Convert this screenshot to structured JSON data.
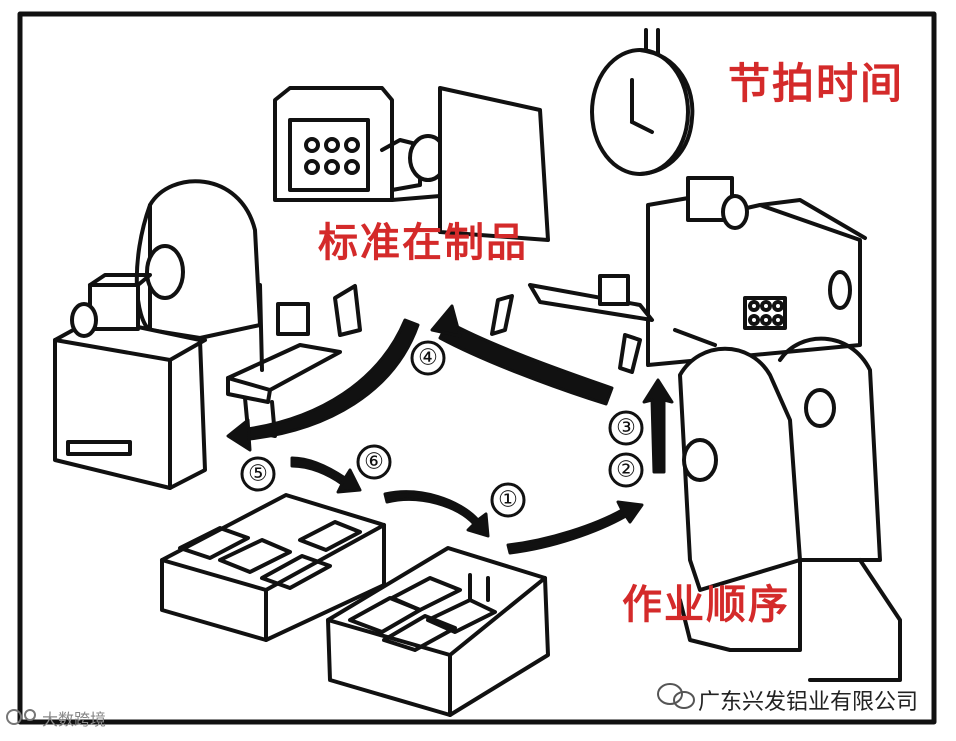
{
  "labels": {
    "takt_time": "节拍时间",
    "standard_wip": "标准在制品",
    "work_sequence": "作业顺序"
  },
  "steps": [
    "①",
    "②",
    "③",
    "④",
    "⑤",
    "⑥"
  ],
  "watermark": {
    "company": "广东兴发铝业有限公司",
    "source": "大数跨境"
  },
  "colors": {
    "label": "#d42a2a",
    "line": "#111111",
    "background": "#ffffff"
  }
}
